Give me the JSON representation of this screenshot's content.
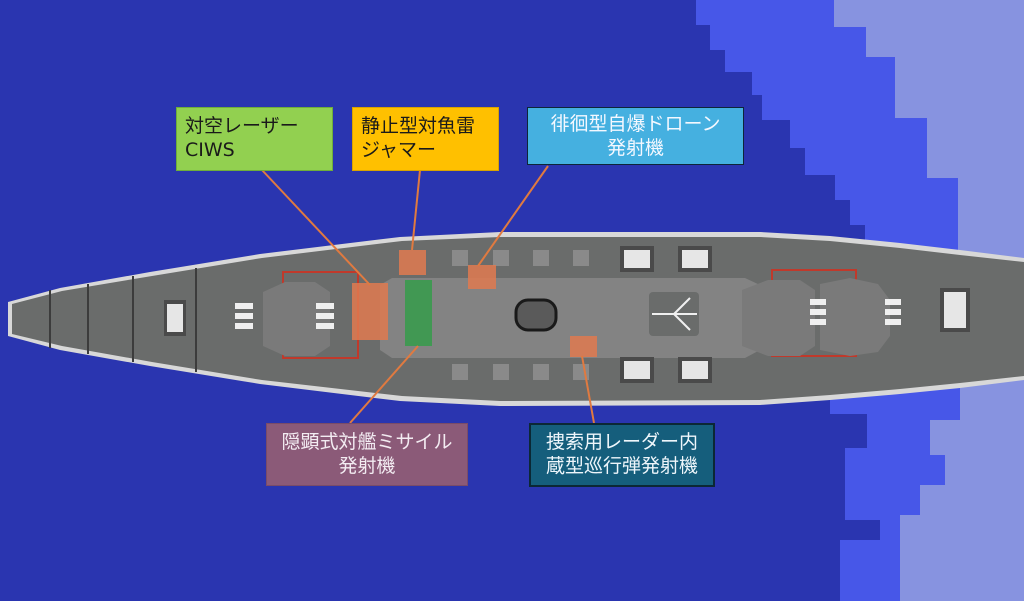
{
  "diagram": {
    "subject": "warship top-down view",
    "colors": {
      "water_deep": "#2a35b0",
      "water_mid": "#4757e8",
      "water_shallow": "#8793e0",
      "hull": "#6a6c6b",
      "hull_edge": "#d8d8d8",
      "deck_center": "#848484",
      "highlight_orange": "#e07a50",
      "highlight_green": "#3a9a4e",
      "leader_line": "#e07a40",
      "turret_outline": "#c0392b"
    },
    "labels": [
      {
        "id": "ciws",
        "lines": [
          "対空レーザー",
          "CIWS"
        ],
        "color": "#92d050"
      },
      {
        "id": "torpedo-jammer",
        "lines": [
          "静止型対魚雷",
          "ジャマー"
        ],
        "color": "#ffc000"
      },
      {
        "id": "drone-launcher",
        "lines": [
          "徘徊型自爆ドローン",
          "発射機"
        ],
        "color": "#45b0e0"
      },
      {
        "id": "stealth-missile",
        "lines": [
          "隠顕式対艦ミサイル",
          "発射機"
        ],
        "color": "#8b5a78"
      },
      {
        "id": "radar-cruise-missile",
        "lines": [
          "捜索用レーダー内",
          "蔵型巡行弾発射機"
        ],
        "color": "#155e7c"
      }
    ]
  }
}
